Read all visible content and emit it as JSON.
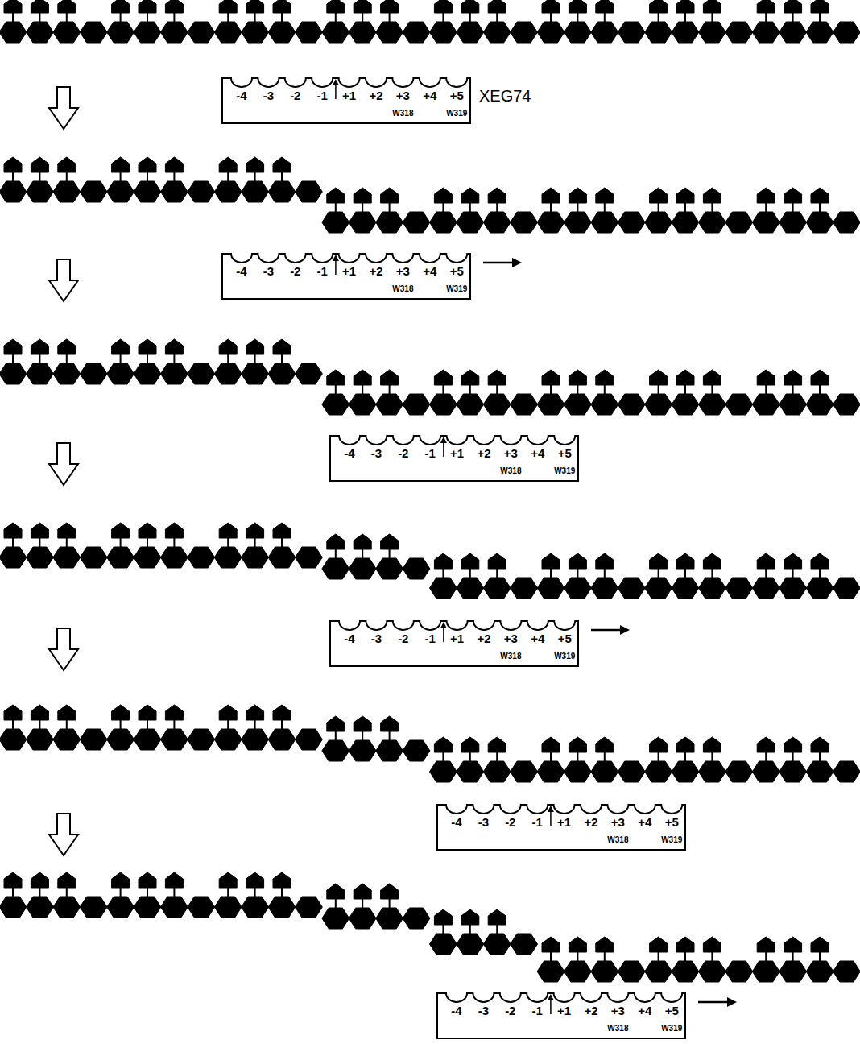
{
  "diagram": {
    "nodes": [
      {
        "text": [
          "-4",
          "-3",
          "-2",
          "-1",
          "+1",
          "+2",
          "+3",
          "+4",
          "+5",
          "W318",
          "W319",
          "XEG74"
        ]
      },
      {
        "text": [
          "-4",
          "-3",
          "-2",
          "-1",
          "+1",
          "+2",
          "+3",
          "+4",
          "+5",
          "W318",
          "W319"
        ]
      },
      {
        "text": [
          "-4",
          "-3",
          "-2",
          "-1",
          "+1",
          "+2",
          "+3",
          "+4",
          "+5",
          "W318",
          "W319"
        ]
      },
      {
        "text": [
          "-4",
          "-3",
          "-2",
          "-1",
          "+1",
          "+2",
          "+3",
          "+4",
          "+5",
          "W318",
          "W319"
        ]
      },
      {
        "text": [
          "-4",
          "-3",
          "-2",
          "-1",
          "+1",
          "+2",
          "+3",
          "+4",
          "+5",
          "W318",
          "W319"
        ]
      },
      {
        "text": [
          "-4",
          "-3",
          "-2",
          "-1",
          "+1",
          "+2",
          "+3",
          "+4",
          "+5",
          "W318",
          "W319"
        ]
      }
    ]
  }
}
